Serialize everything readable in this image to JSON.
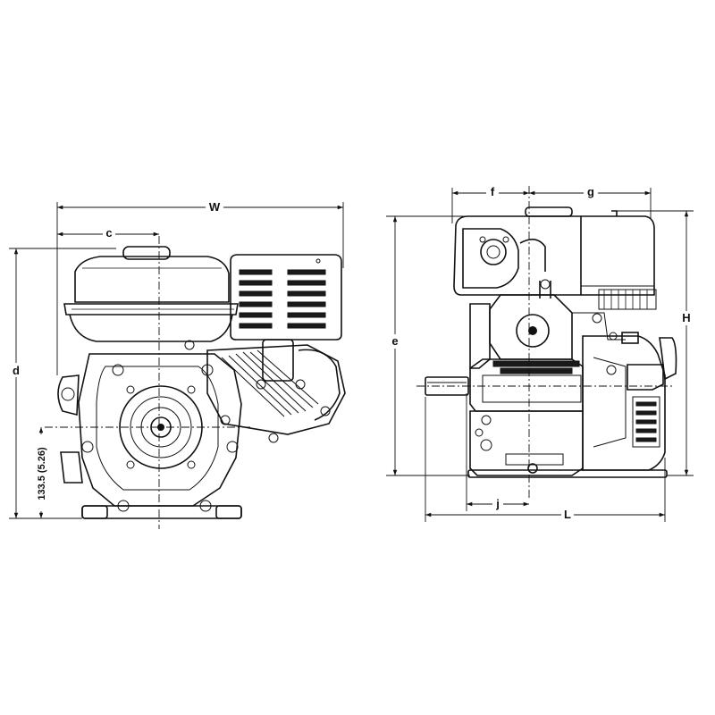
{
  "dimensions": {
    "W": "W",
    "c": "c",
    "d": "d",
    "base_height": "133.5 (5.26)",
    "f": "f",
    "g": "g",
    "e": "e",
    "H": "H",
    "j": "j",
    "L": "L"
  },
  "views": [
    "front-view",
    "side-view"
  ]
}
